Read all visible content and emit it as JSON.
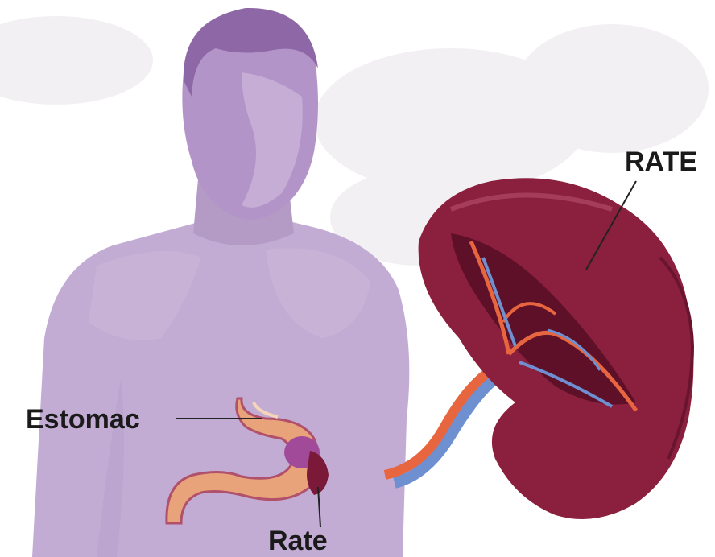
{
  "labels": {
    "spleen_large": "RATE",
    "stomach": "Estomac",
    "spleen_small": "Rate"
  },
  "colors": {
    "silhouette": "#b9a0cc",
    "silhouette_dark": "#8e6aa8",
    "spleen": "#8a1f3e",
    "spleen_dark": "#5e1028",
    "artery": "#e8663f",
    "vein": "#6e8fd0",
    "stomach": "#e9a37a",
    "background_cloud": "#f1eef1"
  },
  "icons": [
    "human-silhouette",
    "stomach-organ",
    "spleen-organ",
    "blood-vessels"
  ]
}
